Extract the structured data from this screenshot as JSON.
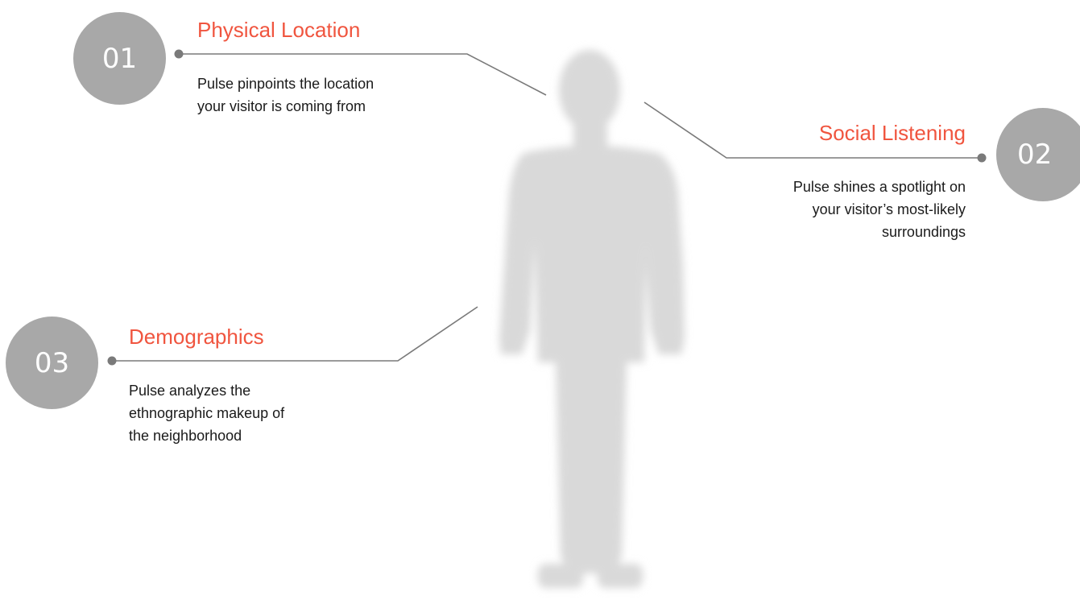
{
  "colors": {
    "accent": "#f0553f",
    "badge": "#a8a8a8",
    "connector": "#7a7a7a",
    "silhouette": "#d9d9d9"
  },
  "features": [
    {
      "number": "01",
      "title": "Physical Location",
      "description": [
        "Pulse pinpoints the location",
        "your visitor is coming from"
      ]
    },
    {
      "number": "02",
      "title": "Social Listening",
      "description": [
        "Pulse shines a spotlight on",
        "your visitor’s most-likely",
        "surroundings"
      ]
    },
    {
      "number": "03",
      "title": "Demographics",
      "description": [
        "Pulse analyzes the",
        "ethnographic makeup of",
        "the neighborhood"
      ]
    }
  ]
}
